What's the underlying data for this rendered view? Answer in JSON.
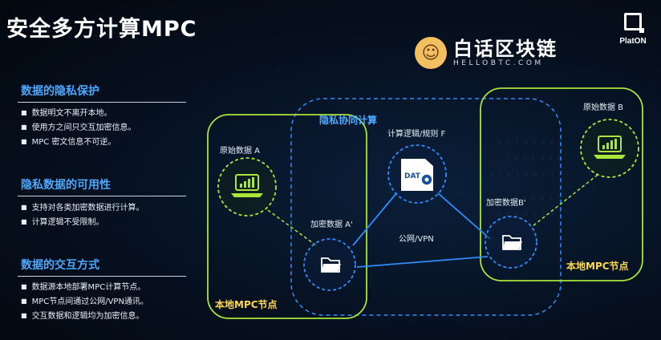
{
  "title": "安全多方计算MPC",
  "sections": [
    {
      "heading": "数据的隐私保护",
      "items": [
        "数据明文不离开本地。",
        "使用方之间只交互加密信息。",
        "MPC 密文信息不可逆。"
      ]
    },
    {
      "heading": "隐私数据的可用性",
      "items": [
        "支持对各类加密数据进行计算。",
        "计算逻辑不受限制。"
      ]
    },
    {
      "heading": "数据的交互方式",
      "items": [
        "数据源本地部署MPC计算节点。",
        "MPC节点间通过公网/VPN通讯。",
        "交互数据和逻辑均为加密信息。"
      ]
    }
  ],
  "brand": {
    "name": "白话区块链",
    "sub": "HELLOBTC.COM"
  },
  "logo": {
    "label": "PlatON"
  },
  "diagram": {
    "raw_a": "原始数据 A",
    "enc_a": "加密数据 A'",
    "local_left": "本地MPC节点",
    "privacy_zone": "隐私协同计算",
    "logic": "计算逻辑/规则 F",
    "network": "公网/VPN",
    "raw_b": "原始数据 B",
    "enc_b": "加密数据B'",
    "local_right": "本地MPC节点",
    "dat_text": "DAT"
  },
  "colors": {
    "green": "#a8e63a",
    "blue": "#2f8cff",
    "yellow": "#ffd84a",
    "accent": "#4aa8ff"
  }
}
